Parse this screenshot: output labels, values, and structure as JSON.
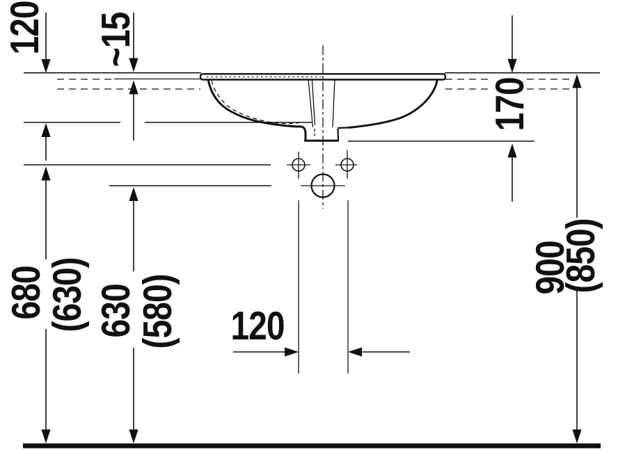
{
  "drawing": {
    "title": "Built-in washbasin installation drawing, front section",
    "background_color": "#ffffff",
    "line_color": "#111111",
    "labels": {
      "recess_depth": "120",
      "rim_height": "~15",
      "installation_depth": "170",
      "faucet_height": "680",
      "faucet_height_alt": "(630)",
      "drain_height": "630",
      "drain_height_alt": "(580)",
      "total_height": "900",
      "total_height_alt": "(850)",
      "tap_hole_distance": "120"
    }
  }
}
